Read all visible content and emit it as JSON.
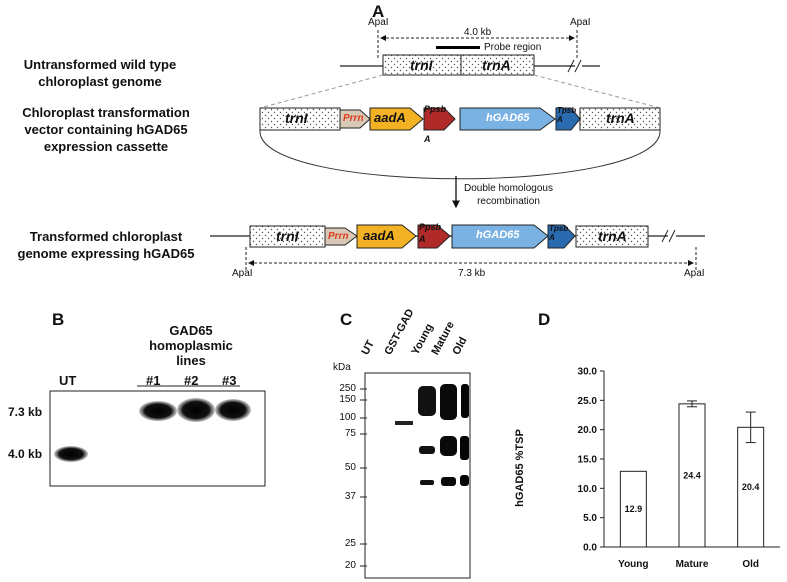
{
  "panelA": {
    "label": "A",
    "wt_desc": [
      "Untransformed wild type",
      "chloroplast genome"
    ],
    "vector_desc": [
      "Chloroplast transformation",
      "vector containing hGAD65",
      "expression cassette"
    ],
    "transformed_desc": [
      "Transformed chloroplast",
      "genome expressing hGAD65"
    ],
    "apal": "ApaI",
    "size_wt": "4.0 kb",
    "size_tr": "7.3 kb",
    "probe": "Probe region",
    "trnI": "trnI",
    "trnA": "trnA",
    "prrn": "Prrn",
    "aadA": "aadA",
    "psbA_top": "Ppsb",
    "psbA_bottom": "A",
    "hgad": "hGAD65",
    "tpsb_top": "Tpsb",
    "tpsb_bottom": "A",
    "recomb": [
      "Double homologous",
      "recombination"
    ]
  },
  "panelB": {
    "label": "B",
    "title": [
      "GAD65",
      "homoplasmic",
      "lines"
    ],
    "lanes": [
      "UT",
      "#1",
      "#2",
      "#3"
    ],
    "sizes": [
      "7.3 kb",
      "4.0 kb"
    ]
  },
  "panelC": {
    "label": "C",
    "unit": "kDa",
    "lanes": [
      "UT",
      "GST-GAD",
      "Young",
      "Mature",
      "Old"
    ],
    "ladder": [
      "250",
      "150",
      "100",
      "75",
      "50",
      "37",
      "25",
      "20"
    ]
  },
  "panelD": {
    "label": "D",
    "chart_data": {
      "type": "bar",
      "categories": [
        "Young",
        "Mature",
        "Old"
      ],
      "values": [
        12.9,
        24.4,
        20.4
      ],
      "data_labels": [
        "12.9",
        "24.4",
        "20.4"
      ],
      "errors": [
        0,
        0.5,
        2.6
      ],
      "ylabel": "hGAD65 %TSP",
      "ylim": [
        0,
        30
      ],
      "yticks": [
        "0.0",
        "5.0",
        "10.0",
        "15.0",
        "20.0",
        "25.0",
        "30.0"
      ]
    }
  },
  "colors": {
    "prrn": "#d7c9b6",
    "aadA": "#f2b224",
    "psbA": "#b02a2a",
    "hgad": "#7ab3e3",
    "tpsb": "#2a6bb0",
    "prrn_text": "#e03a1e"
  }
}
